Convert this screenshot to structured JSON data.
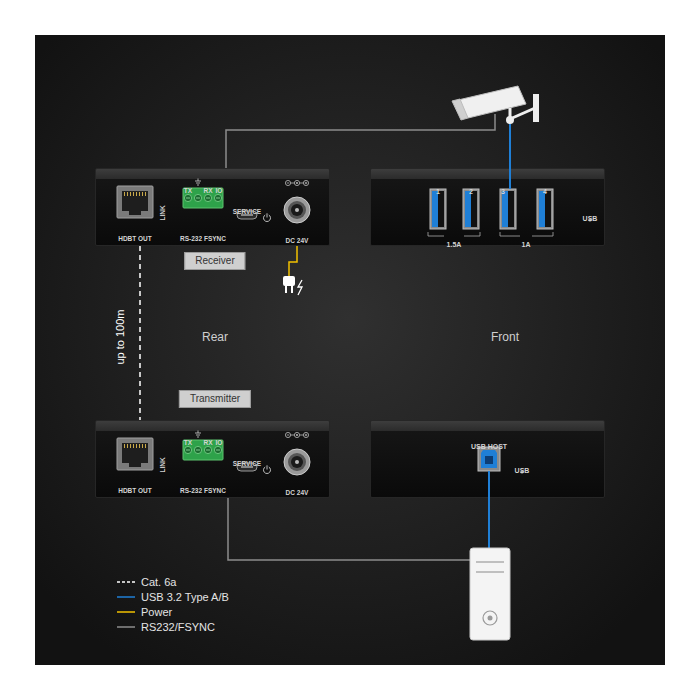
{
  "diagram": {
    "nodes": [
      {
        "text": [
          "HDBT OUT",
          "LINK",
          "TX",
          "RX",
          "IO",
          "RS-232 FSYNC",
          "SERVICE",
          "DC 24V"
        ]
      },
      {
        "text": [
          "1",
          "2",
          "3",
          "4",
          "USB",
          "1.5A",
          "1A"
        ]
      },
      {
        "text": [
          "Receiver"
        ]
      },
      {
        "text": [
          "Transmitter"
        ]
      },
      {
        "text": [
          "HDBT OUT",
          "LINK",
          "TX",
          "RX",
          "IO",
          "RS-232 FSYNC",
          "SERVICE",
          "DC 24V"
        ]
      },
      {
        "text": [
          "USB HOST",
          "USB"
        ]
      }
    ],
    "edges": [
      {
        "from": 0,
        "to": 4,
        "arrow": "none",
        "label": "up to 100m"
      }
    ],
    "labels": [
      "Rear",
      "Front"
    ],
    "legend": [
      {
        "text": "Cat. 6a",
        "color": "#ffffff"
      },
      {
        "text": "USB 3.2 Type A/B",
        "color": "#1f7fd6"
      },
      {
        "text": "Power",
        "color": "#f2c100"
      },
      {
        "text": "RS232/FSYNC",
        "color": "#8c8c8c"
      }
    ]
  }
}
